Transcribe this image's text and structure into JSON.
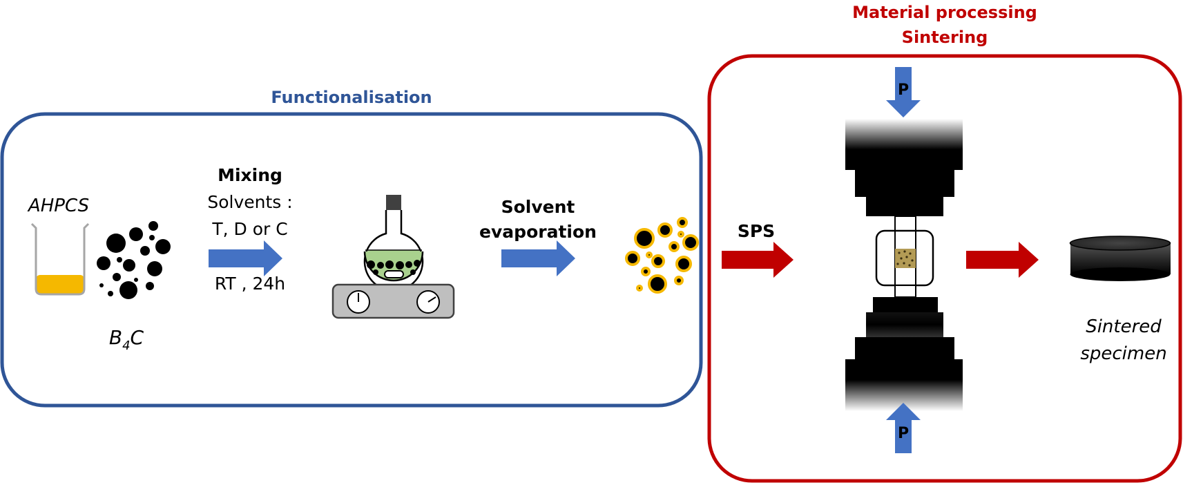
{
  "colors": {
    "functionalisation_frame": "#2f5597",
    "functionalisation_title": "#2f5597",
    "processing_frame": "#c00000",
    "processing_title": "#c00000",
    "blue_arrow": "#4472c4",
    "red_arrow": "#c00000",
    "polymer_liquid": "#f5b800",
    "solution_green": "#a9d18e",
    "coating_ring": "#f5b800",
    "particle": "#000000"
  },
  "functionalisation": {
    "title": "Functionalisation",
    "precursor_label": "AHPCS",
    "powder_label_main": "B",
    "powder_label_sub": "4",
    "powder_label_tail": "C",
    "mixing_title": "Mixing",
    "mixing_solvents_label": "Solvents :",
    "mixing_solvents_options": "T, D or C",
    "mixing_conditions": "RT , 24h",
    "evaporation_line1": "Solvent",
    "evaporation_line2": "evaporation"
  },
  "processing": {
    "title_line1": "Material processing",
    "title_line2": "Sintering",
    "sps_label": "SPS",
    "pressure_top": "P",
    "pressure_bottom": "P",
    "product_line1": "Sintered",
    "product_line2": "specimen"
  },
  "icons": {
    "beaker": "beaker-icon",
    "powder": "particles-icon",
    "flask": "round-bottom-flask-icon",
    "hotplate": "magnetic-stirrer-hotplate-icon",
    "coated_powder": "coated-particles-icon",
    "press": "sps-press-icon",
    "specimen": "pellet-icon"
  }
}
